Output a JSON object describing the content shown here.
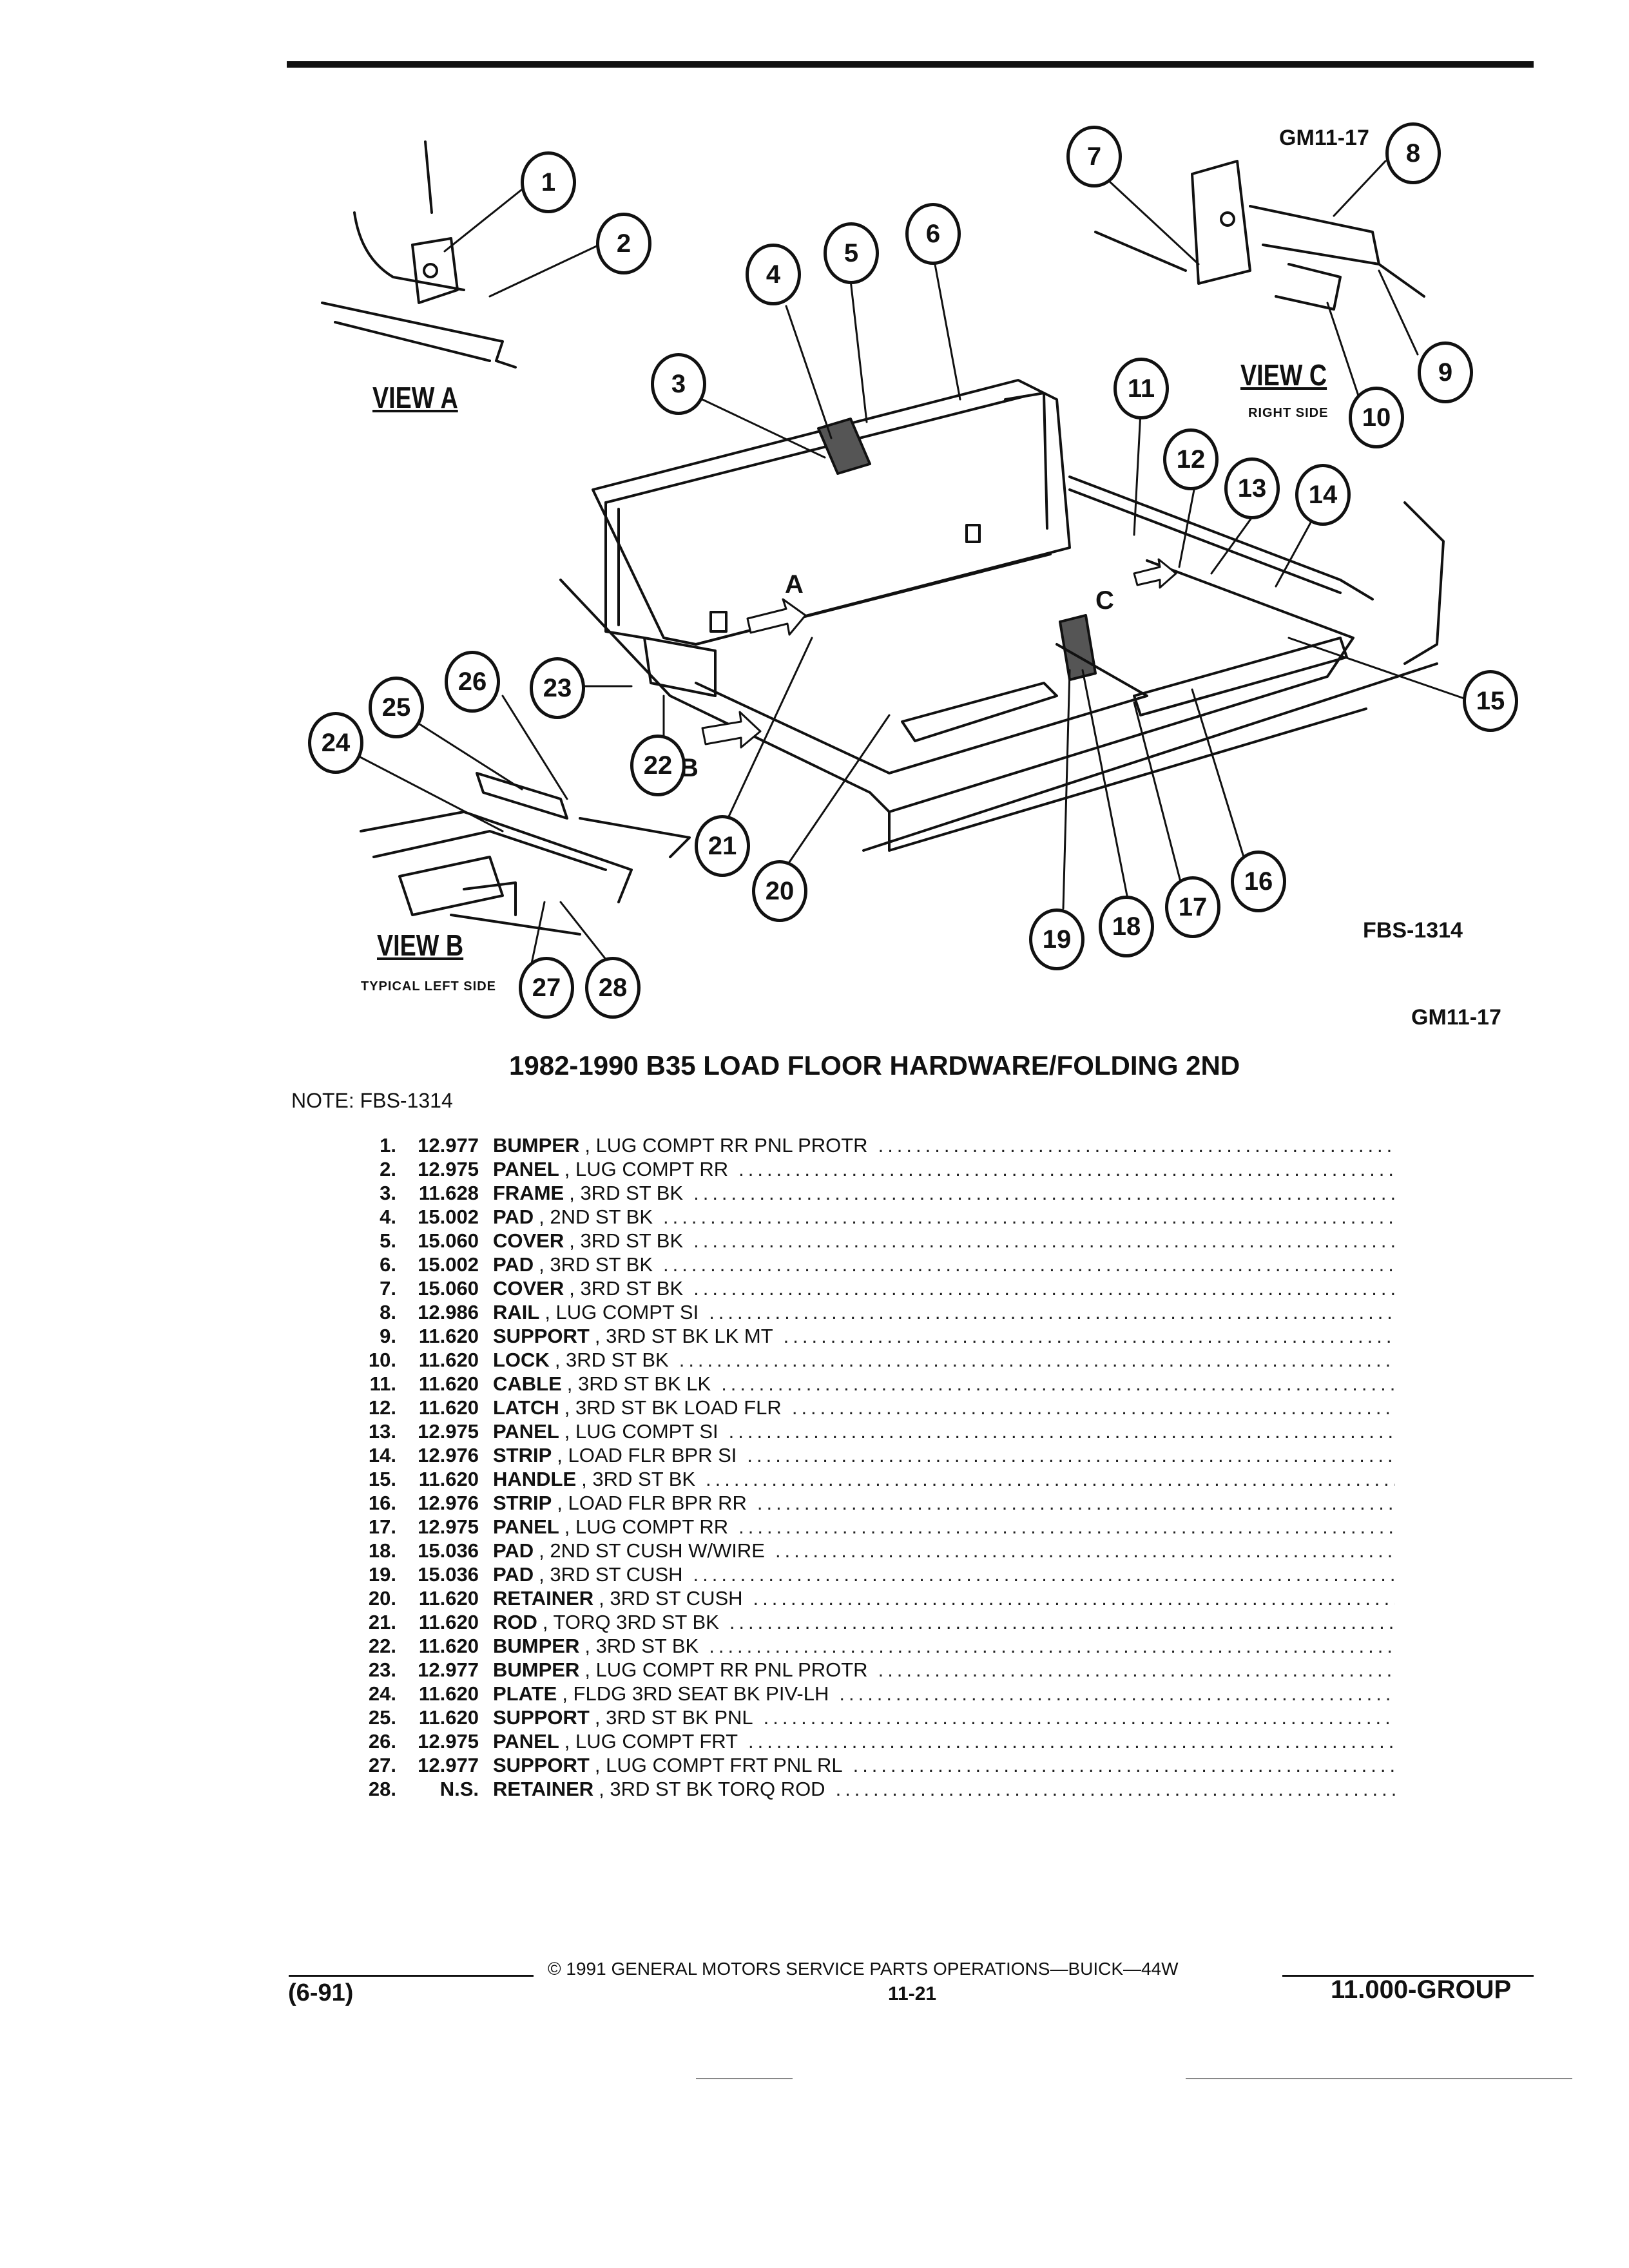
{
  "figure": {
    "code_top": "GM11-17",
    "code_fbs": "FBS-1314",
    "code_bottom": "GM11-17",
    "views": {
      "a": {
        "label": "VIEW A"
      },
      "b": {
        "label": "VIEW B",
        "sub": "TYPICAL LEFT SIDE"
      },
      "c": {
        "label": "VIEW C",
        "sub": "RIGHT SIDE"
      }
    },
    "arrow_letters": {
      "a": "A",
      "b": "B",
      "c": "C"
    },
    "callouts": [
      "1",
      "2",
      "3",
      "4",
      "5",
      "6",
      "7",
      "8",
      "9",
      "10",
      "11",
      "12",
      "13",
      "14",
      "15",
      "16",
      "17",
      "18",
      "19",
      "20",
      "21",
      "22",
      "23",
      "24",
      "25",
      "26",
      "27",
      "28"
    ]
  },
  "title": "1982-1990 B35 LOAD FLOOR HARDWARE/FOLDING 2ND",
  "note": "NOTE:  FBS-1314",
  "parts": [
    {
      "num": "1.",
      "code": "12.977",
      "name": "BUMPER",
      "desc": ", LUG COMPT RR PNL PROTR"
    },
    {
      "num": "2.",
      "code": "12.975",
      "name": "PANEL",
      "desc": ", LUG COMPT RR"
    },
    {
      "num": "3.",
      "code": "11.628",
      "name": "FRAME",
      "desc": ", 3RD ST BK"
    },
    {
      "num": "4.",
      "code": "15.002",
      "name": "PAD",
      "desc": ", 2ND ST BK"
    },
    {
      "num": "5.",
      "code": "15.060",
      "name": "COVER",
      "desc": ", 3RD ST BK"
    },
    {
      "num": "6.",
      "code": "15.002",
      "name": "PAD",
      "desc": ", 3RD ST BK"
    },
    {
      "num": "7.",
      "code": "15.060",
      "name": "COVER",
      "desc": ", 3RD ST BK"
    },
    {
      "num": "8.",
      "code": "12.986",
      "name": "RAIL",
      "desc": ", LUG COMPT SI"
    },
    {
      "num": "9.",
      "code": "11.620",
      "name": "SUPPORT",
      "desc": ", 3RD ST BK LK MT"
    },
    {
      "num": "10.",
      "code": "11.620",
      "name": "LOCK",
      "desc": ", 3RD ST BK"
    },
    {
      "num": "11.",
      "code": "11.620",
      "name": "CABLE",
      "desc": ", 3RD ST BK LK"
    },
    {
      "num": "12.",
      "code": "11.620",
      "name": "LATCH",
      "desc": ", 3RD ST BK LOAD FLR"
    },
    {
      "num": "13.",
      "code": "12.975",
      "name": "PANEL",
      "desc": ", LUG COMPT SI"
    },
    {
      "num": "14.",
      "code": "12.976",
      "name": "STRIP",
      "desc": ", LOAD FLR BPR SI"
    },
    {
      "num": "15.",
      "code": "11.620",
      "name": "HANDLE",
      "desc": ", 3RD ST BK"
    },
    {
      "num": "16.",
      "code": "12.976",
      "name": "STRIP",
      "desc": ", LOAD FLR BPR RR"
    },
    {
      "num": "17.",
      "code": "12.975",
      "name": "PANEL",
      "desc": ", LUG COMPT RR"
    },
    {
      "num": "18.",
      "code": "15.036",
      "name": "PAD",
      "desc": ", 2ND ST CUSH W/WIRE"
    },
    {
      "num": "19.",
      "code": "15.036",
      "name": "PAD",
      "desc": ", 3RD ST CUSH"
    },
    {
      "num": "20.",
      "code": "11.620",
      "name": "RETAINER",
      "desc": ", 3RD ST CUSH"
    },
    {
      "num": "21.",
      "code": "11.620",
      "name": "ROD",
      "desc": ", TORQ 3RD ST BK"
    },
    {
      "num": "22.",
      "code": "11.620",
      "name": "BUMPER",
      "desc": ", 3RD ST BK"
    },
    {
      "num": "23.",
      "code": "12.977",
      "name": "BUMPER",
      "desc": ", LUG COMPT RR PNL PROTR"
    },
    {
      "num": "24.",
      "code": "11.620",
      "name": "PLATE",
      "desc": ", FLDG 3RD SEAT BK PIV-LH"
    },
    {
      "num": "25.",
      "code": "11.620",
      "name": "SUPPORT",
      "desc": ", 3RD ST BK PNL"
    },
    {
      "num": "26.",
      "code": "12.975",
      "name": "PANEL",
      "desc": ", LUG COMPT FRT"
    },
    {
      "num": "27.",
      "code": "12.977",
      "name": "SUPPORT",
      "desc": ", LUG COMPT FRT PNL RL"
    },
    {
      "num": "28.",
      "code": "N.S.",
      "name": "RETAINER",
      "desc": ", 3RD ST BK TORQ ROD"
    }
  ],
  "footer": {
    "copyright": "© 1991 GENERAL MOTORS SERVICE PARTS OPERATIONS—BUICK—44W",
    "date": "(6-91)",
    "page": "11-21",
    "group": "11.000-GROUP"
  }
}
